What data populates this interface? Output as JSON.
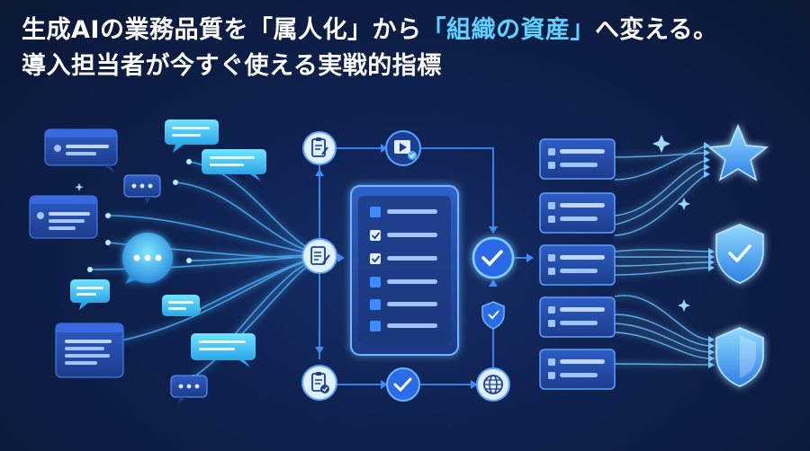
{
  "headline": {
    "line1_prefix": "生成AIの業務品質を「属人化」から",
    "line1_highlight": "「組織の資産」",
    "line1_suffix": "へ変える。",
    "line2": "導入担当者が今すぐ使える実戦的指標"
  },
  "colors": {
    "background": "#0c1a3c",
    "headline_text": "#ffffff",
    "highlight_text": "#5fd3ff",
    "accent_blue": "#3b8cff",
    "glow_cyan": "#5fd3ff"
  },
  "icons": {
    "left_bubbles": "chat-bubble-icon",
    "center_hub": "chat-dots-icon",
    "nodes": [
      "clipboard-edit-icon",
      "video-play-icon",
      "document-edit-icon",
      "clipboard-check-icon",
      "checkmark-icon",
      "globe-icon",
      "shield-icon"
    ],
    "right_cards": "list-card-icon",
    "outcomes": [
      "star-icon",
      "shield-check-icon",
      "shield-icon"
    ]
  }
}
